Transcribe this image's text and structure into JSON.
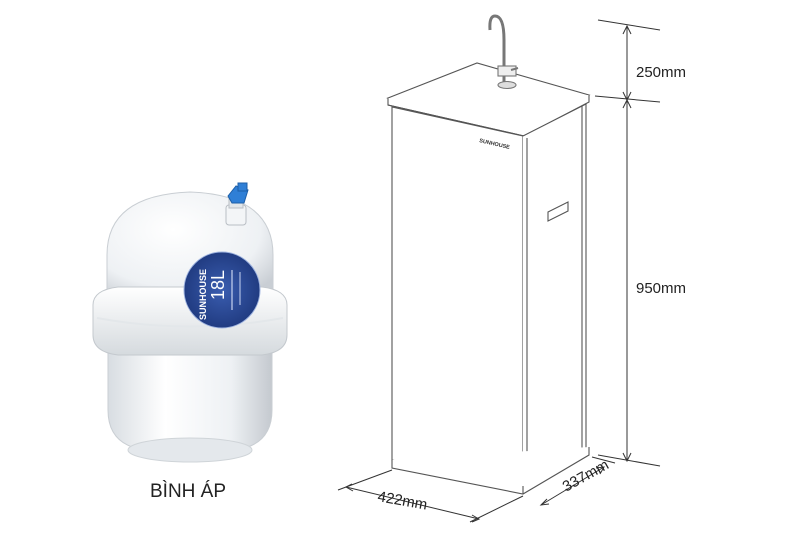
{
  "tank": {
    "caption": "BÌNH ÁP",
    "label_brand": "SUNHOUSE",
    "label_volume": "18L"
  },
  "cabinet": {
    "brand": "SUNHOUSE"
  },
  "dimensions": {
    "faucet_height": "250mm",
    "body_height": "950mm",
    "width": "422mm",
    "depth": "337mm"
  }
}
